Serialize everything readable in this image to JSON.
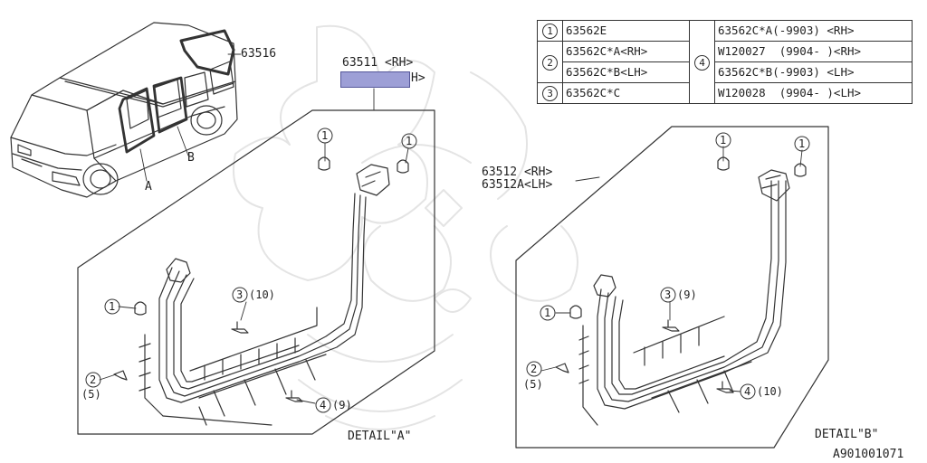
{
  "labels": {
    "part_63516": "63516",
    "part_63511_rh": "63511 <RH>",
    "part_63511_lh": "H>",
    "part_63512_rh": "63512 <RH>",
    "part_63512_lh": "63512A<LH>",
    "marker_a": "A",
    "marker_b": "B",
    "detail_a": "DETAIL\"A\"",
    "detail_b": "DETAIL\"B\"",
    "figure_code": "A901001071"
  },
  "callouts": {
    "one": "1",
    "two": "2",
    "three": "3",
    "four": "4",
    "qty_5": "(5)",
    "qty_10": "(10)",
    "qty_9": "(9)"
  },
  "parts_table": {
    "rows": [
      {
        "num": "1",
        "part": "63562E"
      },
      {
        "num": "2",
        "part": "63562C*A<RH>"
      },
      {
        "num": "",
        "part": "63562C*B<LH>"
      },
      {
        "num": "3",
        "part": "63562C*C"
      }
    ],
    "group_num": "4",
    "group_rows": [
      "63562C*A(-9903) <RH>",
      "W120027  (9904- )<RH>",
      "63562C*B(-9903) <LH>",
      "W120028  (9904- )<LH>"
    ]
  },
  "colors": {
    "highlight": "#9d9fd6",
    "line": "#333333"
  }
}
